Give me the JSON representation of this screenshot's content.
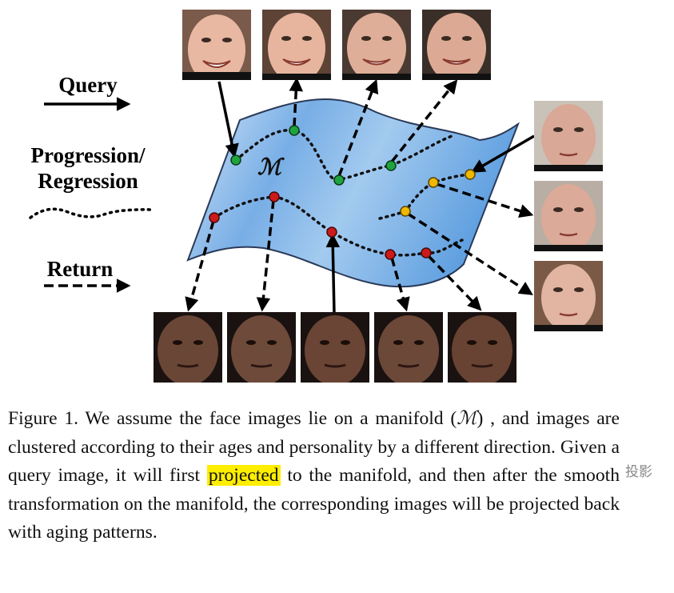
{
  "legend": {
    "query_label": "Query",
    "progression_label_1": "Progression/",
    "progression_label_2": "Regression",
    "return_label": "Return"
  },
  "manifold_symbol": "ℳ",
  "colors": {
    "manifold_fill": "#a9cdf0",
    "manifold_edge": "#2a3a58",
    "young_node": "#1fa33d",
    "woman_node": "#f1b800",
    "man_node": "#cc1a1a",
    "highlight": "#ffee00"
  },
  "caption": {
    "part1": "Figure 1. We assume the face images lie on a manifold (",
    "manifold_symbol": "ℳ",
    "part2": ") , and images are clustered according to their ages and personality by a different direction.  Given a query image, it will first ",
    "highlight": "projected",
    "part3": " to the manifold, and then after the smooth transformation on the manifold, the corresponding images will be projected back with aging patterns."
  },
  "translate_tip": "投影"
}
